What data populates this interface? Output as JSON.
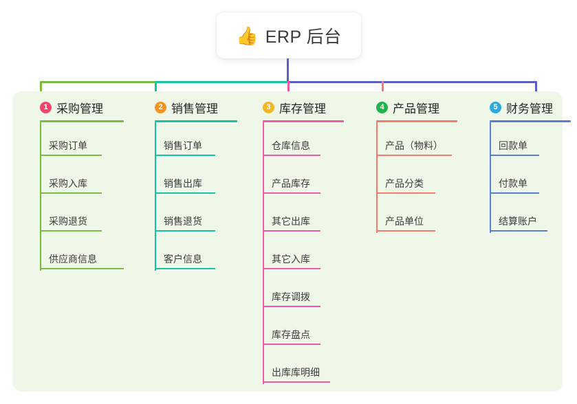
{
  "root": {
    "icon": "thumbs-up-icon",
    "icon_glyph": "👍",
    "title": "ERP 后台"
  },
  "palette": {
    "panel_bg": "#eff7e9",
    "page_bg": "#ffffff",
    "root_stem": "#5a5fc7",
    "bar_left": "#7cbb42",
    "bar_mid": "#13c3a3",
    "bar_right": "#5a5fc7"
  },
  "columns": [
    {
      "index": "1",
      "badge_color": "#f2456b",
      "line_color": "#7cbb42",
      "label": "采购管理",
      "head_rule_width": 122,
      "leaves": [
        {
          "label": "采购订单",
          "rule_width": 90
        },
        {
          "label": "采购入库",
          "rule_width": 90
        },
        {
          "label": "采购退货",
          "rule_width": 90
        },
        {
          "label": "供应商信息",
          "rule_width": 122
        }
      ]
    },
    {
      "index": "2",
      "badge_color": "#f6921e",
      "line_color": "#13c3a3",
      "label": "销售管理",
      "head_rule_width": 120,
      "leaves": [
        {
          "label": "销售订单",
          "rule_width": 88
        },
        {
          "label": "销售出库",
          "rule_width": 88
        },
        {
          "label": "销售退货",
          "rule_width": 88
        },
        {
          "label": "客户信息",
          "rule_width": 88
        }
      ]
    },
    {
      "index": "3",
      "badge_color": "#f5b623",
      "line_color": "#ef5aa8",
      "label": "库存管理",
      "head_rule_width": 118,
      "leaves": [
        {
          "label": "仓库信息",
          "rule_width": 84
        },
        {
          "label": "产品库存",
          "rule_width": 84
        },
        {
          "label": "其它出库",
          "rule_width": 84
        },
        {
          "label": "其它入库",
          "rule_width": 84
        },
        {
          "label": "库存调拨",
          "rule_width": 84
        },
        {
          "label": "库存盘点",
          "rule_width": 84
        },
        {
          "label": "出库库明细",
          "rule_width": 98
        }
      ]
    },
    {
      "index": "4",
      "badge_color": "#22b34b",
      "line_color": "#f47b6e",
      "label": "产品管理",
      "head_rule_width": 118,
      "leaves": [
        {
          "label": "产品（物料）",
          "rule_width": 110
        },
        {
          "label": "产品分类",
          "rule_width": 86
        },
        {
          "label": "产品单位",
          "rule_width": 86
        }
      ]
    },
    {
      "index": "5",
      "badge_color": "#29abe2",
      "line_color": "#5a7fd4",
      "label": "财务管理",
      "head_rule_width": 118,
      "leaves": [
        {
          "label": "回款单",
          "rule_width": 72
        },
        {
          "label": "付款单",
          "rule_width": 72
        },
        {
          "label": "结算账户",
          "rule_width": 84
        }
      ]
    }
  ],
  "layout": {
    "column_x": [
      38,
      205,
      362,
      527,
      692
    ],
    "drop_stub_x": [
      58,
      225,
      418,
      555,
      778
    ]
  }
}
